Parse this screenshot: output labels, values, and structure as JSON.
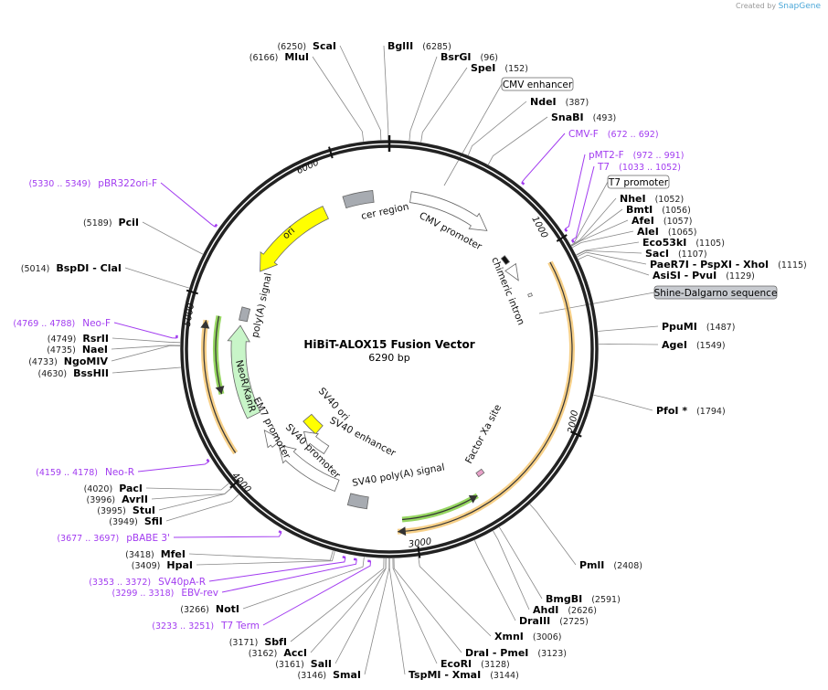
{
  "credit": {
    "prefix": "Created by",
    "brand": "SnapGene"
  },
  "map": {
    "title": "HiBiT-ALOX15 Fusion Vector",
    "length_label": "6290 bp",
    "total_bp": 6290
  },
  "ticks": [
    "1000",
    "2000",
    "3000",
    "4000",
    "5000",
    "6000"
  ],
  "sites": [
    {
      "name": "ScaI",
      "pos": 6250
    },
    {
      "name": "MluI",
      "pos": 6166
    },
    {
      "name": "BglII",
      "pos": 6285
    },
    {
      "name": "BsrGI",
      "pos": 96
    },
    {
      "name": "SpeI",
      "pos": 152
    },
    {
      "name": "NdeI",
      "pos": 387
    },
    {
      "name": "SnaBI",
      "pos": 493
    },
    {
      "name": "NheI",
      "pos": 1052
    },
    {
      "name": "BmtI",
      "pos": 1056
    },
    {
      "name": "AfeI",
      "pos": 1057
    },
    {
      "name": "AleI",
      "pos": 1065
    },
    {
      "name": "Eco53kI",
      "pos": 1105
    },
    {
      "name": "SacI",
      "pos": 1107
    },
    {
      "name": "PaeR7I   - PspXI   - XhoI",
      "pos": 1115
    },
    {
      "name": "AsiSI   - PvuI",
      "pos": 1129
    },
    {
      "name": "PpuMI",
      "pos": 1487
    },
    {
      "name": "AgeI",
      "pos": 1549
    },
    {
      "name": "PfoI *",
      "pos": 1794
    },
    {
      "name": "PmlI",
      "pos": 2408
    },
    {
      "name": "BmgBI",
      "pos": 2591
    },
    {
      "name": "AhdI",
      "pos": 2626
    },
    {
      "name": "DraIII",
      "pos": 2725
    },
    {
      "name": "XmnI",
      "pos": 3006
    },
    {
      "name": "DraI   - PmeI",
      "pos": 3123
    },
    {
      "name": "EcoRI",
      "pos": 3128
    },
    {
      "name": "TspMI   - XmaI",
      "pos": 3144
    },
    {
      "name": "SmaI",
      "pos": 3146
    },
    {
      "name": "SalI",
      "pos": 3161
    },
    {
      "name": "AccI",
      "pos": 3162
    },
    {
      "name": "SbfI",
      "pos": 3171
    },
    {
      "name": "NotI",
      "pos": 3266
    },
    {
      "name": "HpaI",
      "pos": 3409
    },
    {
      "name": "MfeI",
      "pos": 3418
    },
    {
      "name": "SfiI",
      "pos": 3949
    },
    {
      "name": "StuI",
      "pos": 3995
    },
    {
      "name": "AvrII",
      "pos": 3996
    },
    {
      "name": "PacI",
      "pos": 4020
    },
    {
      "name": "BssHII",
      "pos": 4630
    },
    {
      "name": "NgoMIV",
      "pos": 4733
    },
    {
      "name": "NaeI",
      "pos": 4735
    },
    {
      "name": "RsrII",
      "pos": 4749
    },
    {
      "name": "BspDI   - ClaI",
      "pos": 5014
    },
    {
      "name": "PciI",
      "pos": 5189
    }
  ],
  "primers": [
    {
      "name": "CMV-F",
      "range": "(672 .. 692)",
      "start": 672
    },
    {
      "name": "pMT2-F",
      "range": "(972 .. 991)",
      "start": 972
    },
    {
      "name": "T7",
      "range": "(1033 .. 1052)",
      "start": 1033
    },
    {
      "name": "pBR322ori-F",
      "range": "(5330 .. 5349)",
      "start": 5330
    },
    {
      "name": "Neo-F",
      "range": "(4769 .. 4788)",
      "start": 4769
    },
    {
      "name": "Neo-R",
      "range": "(4159 .. 4178)",
      "start": 4159
    },
    {
      "name": "pBABE 3'",
      "range": "(3677 .. 3697)",
      "start": 3677
    },
    {
      "name": "SV40pA-R",
      "range": "(3353 .. 3372)",
      "start": 3353
    },
    {
      "name": "EBV-rev",
      "range": "(3299 .. 3318)",
      "start": 3299
    },
    {
      "name": "T7 Term",
      "range": "(3233 .. 3251)",
      "start": 3233
    }
  ],
  "callouts": [
    "CMV enhancer",
    "T7 promoter",
    "Shine-Dalgarno sequence"
  ],
  "features": [
    "cer region",
    "CMV promoter",
    "chimeric intron",
    "ori",
    "poly(A) signal",
    "NeoR/KanR",
    "EM7 promoter",
    "SV40 promoter",
    "SV40 ori",
    "SV40 enhancer",
    "SV40 poly(A) signal",
    "Factor Xa site"
  ],
  "colors": {
    "primer": "#a23cf0",
    "orf": "#f5c46a",
    "green": "#7ccc3a",
    "yellow": "#ffff00",
    "gray_box": "#a7abb1",
    "neo": "#c8f5c8"
  }
}
